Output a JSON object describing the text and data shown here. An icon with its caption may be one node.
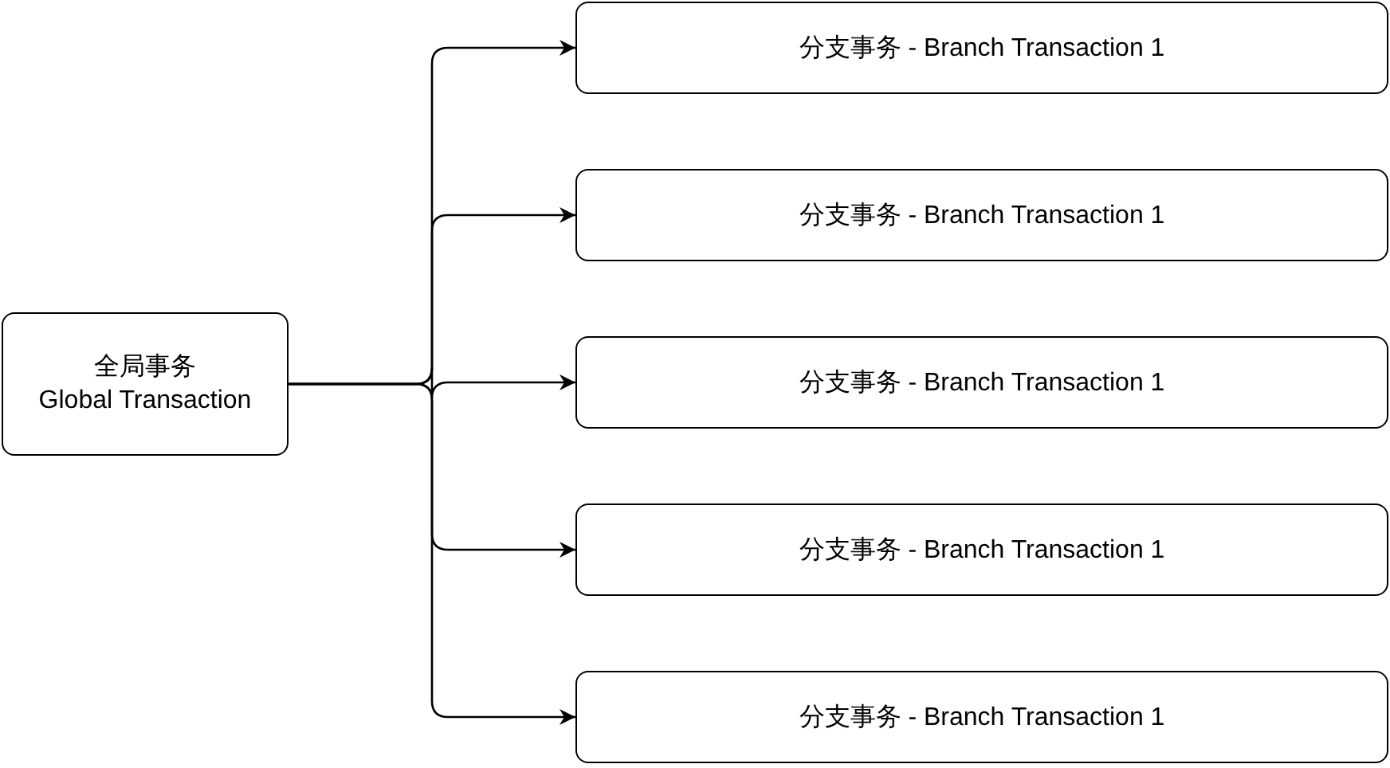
{
  "diagram": {
    "nodes": [
      {
        "text": [
          "全局事务",
          "Global Transaction"
        ]
      },
      {
        "text": [
          "分支事务 - Branch Transaction 1"
        ]
      },
      {
        "text": [
          "分支事务 - Branch Transaction 1"
        ]
      },
      {
        "text": [
          "分支事务 - Branch Transaction 1"
        ]
      },
      {
        "text": [
          "分支事务 - Branch Transaction 1"
        ]
      },
      {
        "text": [
          "分支事务 - Branch Transaction 1"
        ]
      }
    ],
    "edges": [
      {
        "from": 0,
        "to": 1,
        "arrow": "to"
      },
      {
        "from": 0,
        "to": 2,
        "arrow": "to"
      },
      {
        "from": 0,
        "to": 3,
        "arrow": "to"
      },
      {
        "from": 0,
        "to": 4,
        "arrow": "to"
      },
      {
        "from": 0,
        "to": 5,
        "arrow": "to"
      }
    ]
  }
}
